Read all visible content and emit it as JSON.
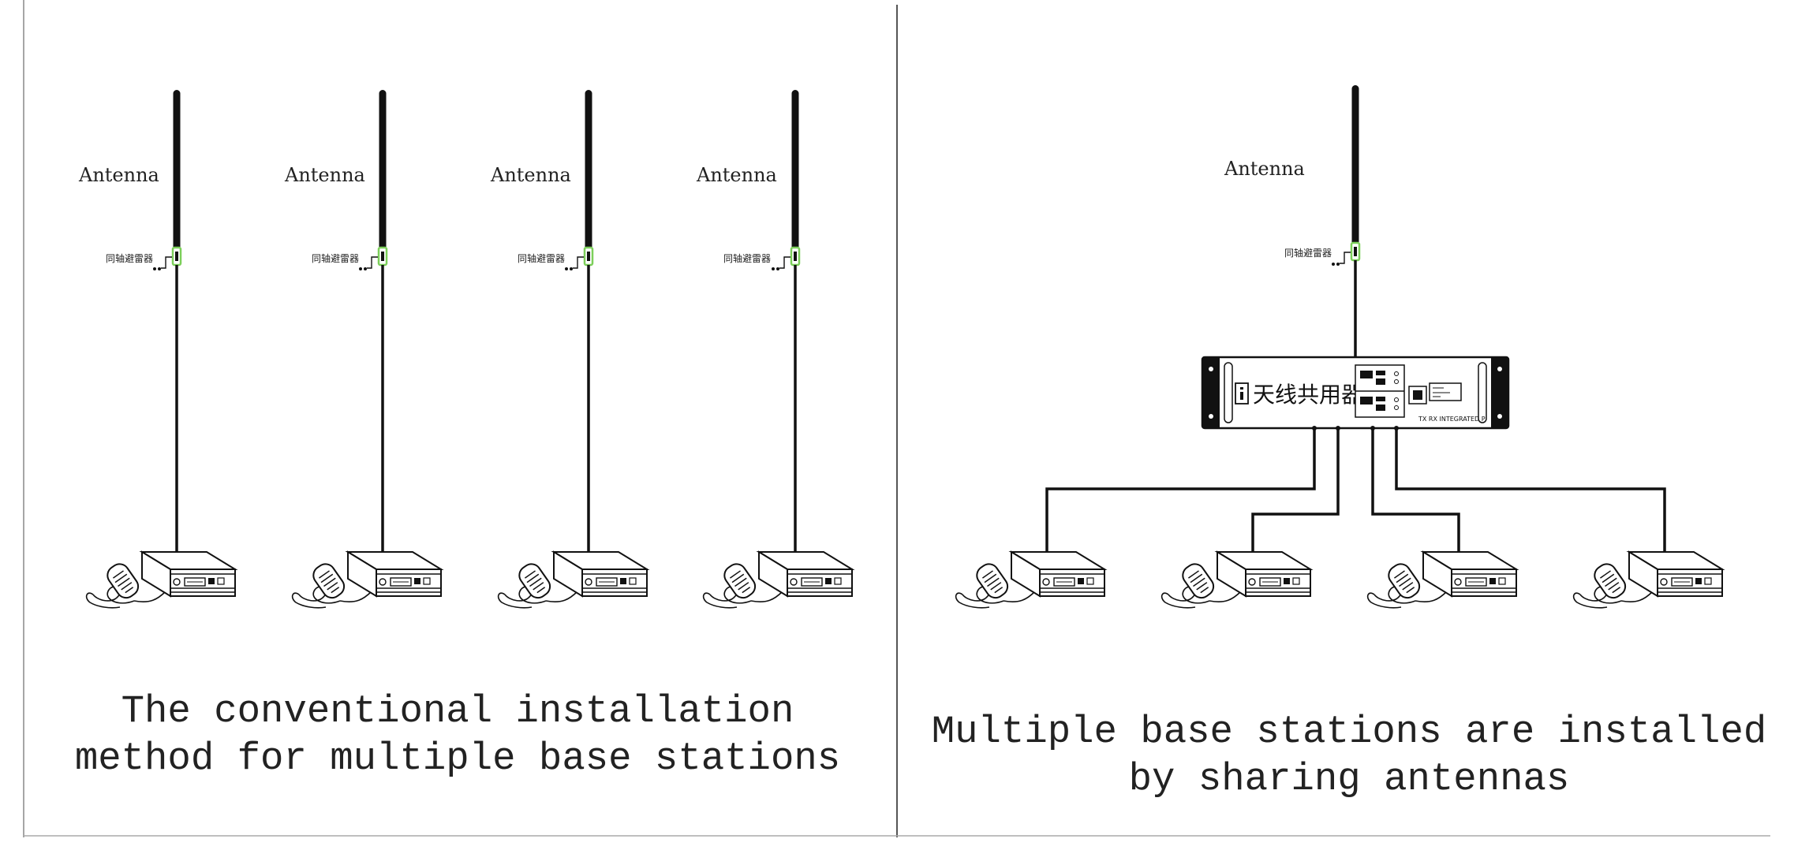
{
  "left_panel": {
    "antenna_label": "Antenna",
    "arrester_label": "同轴避雷器",
    "caption": "The conventional installation method for multiple base stations"
  },
  "right_panel": {
    "antenna_label": "Antenna",
    "arrester_label": "同轴避雷器",
    "combiner_label": "天线共用器",
    "combiner_sublabel": "TX RX INTEGRATED P",
    "caption": "Multiple base stations are installed by sharing antennas"
  },
  "colors": {
    "line": "#111111",
    "arrester_accent": "#7ccf5a",
    "divider": "#555555"
  }
}
